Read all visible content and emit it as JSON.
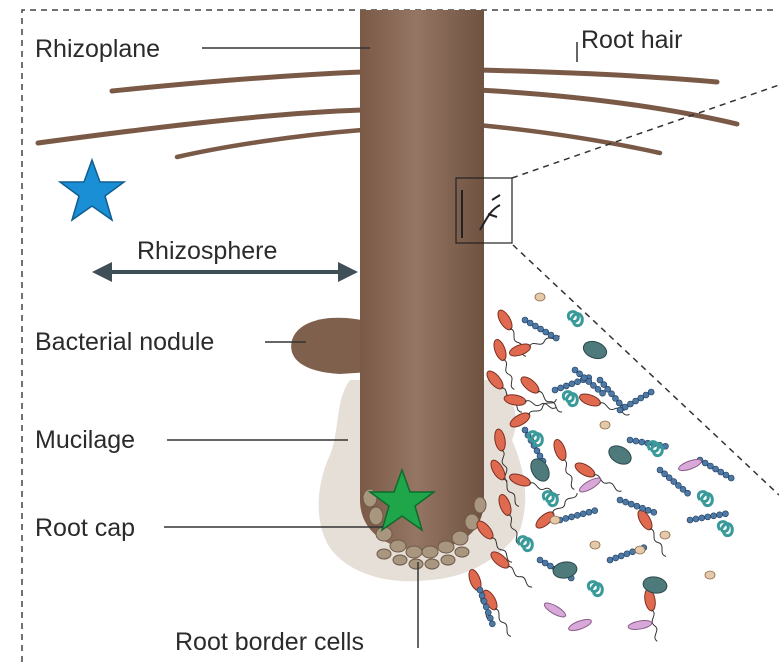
{
  "labels": {
    "rhizoplane": "Rhizoplane",
    "root_hair": "Root hair",
    "rhizosphere": "Rhizosphere",
    "bacterial_nodule": "Bacterial nodule",
    "mucilage": "Mucilage",
    "root_cap": "Root cap",
    "root_border_cells": "Root border cells"
  },
  "colors": {
    "root": "#8b6a55",
    "root_dark": "#6f5241",
    "mucilage": "#e4ddd6",
    "blue_star": "#1a8fd6",
    "green_star": "#1fa64a",
    "rhizosphere_arrow": "#3f4f58",
    "rod_red": "#e06a4f",
    "cocci_blue": "#4d79a6",
    "teal": "#3a9a9a",
    "oval_dark": "#4f7a7c",
    "pink": "#d8a9d8"
  },
  "icons": [
    "blue-star-icon",
    "green-star-icon"
  ]
}
